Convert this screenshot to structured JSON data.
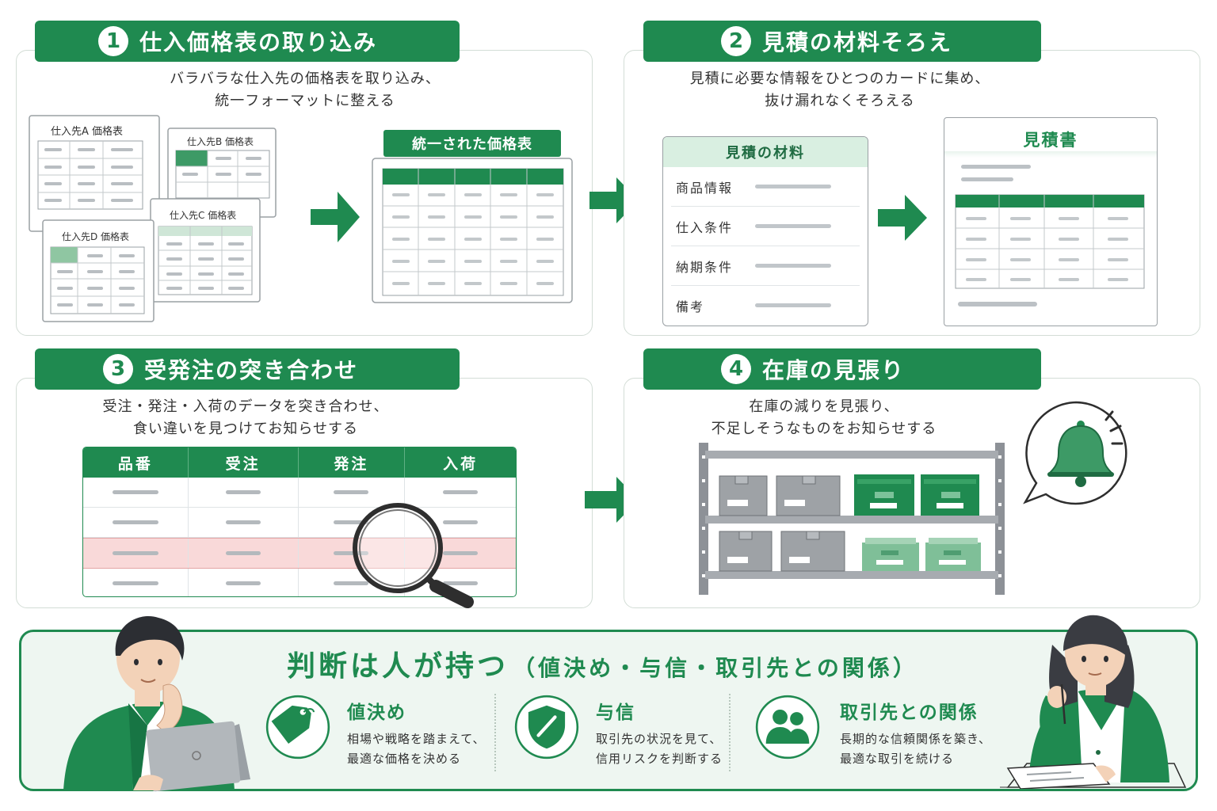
{
  "colors": {
    "accent": "#1f8a50",
    "accent_light": "#d9efe1",
    "highlight_row": "#f9d9d9",
    "gray_box": "#9ea2a6"
  },
  "steps": [
    {
      "number": "1",
      "title": "仕入価格表の取り込み",
      "description_lines": [
        "バラバラな仕入先の価格表を取り込み、",
        "統一フォーマットに整える"
      ]
    },
    {
      "number": "2",
      "title": "見積の材料そろえ",
      "description_lines": [
        "見積に必要な情報をひとつのカードに集め、",
        "抜け漏れなくそろえる"
      ]
    },
    {
      "number": "3",
      "title": "受発注の突き合わせ",
      "description_lines": [
        "受注・発注・入荷のデータを突き合わせ、",
        "食い違いを見つけてお知らせする"
      ]
    },
    {
      "number": "4",
      "title": "在庫の見張り",
      "description_lines": [
        "在庫の減りを見張り、",
        "不足しそうなものをお知らせする"
      ]
    }
  ],
  "step1": {
    "supplier_sheets": [
      "仕入先A 価格表",
      "仕入先B 価格表",
      "仕入先C 価格表",
      "仕入先D 価格表"
    ],
    "unified_table_title": "統一された価格表"
  },
  "step2": {
    "materials_card_title": "見積の材料",
    "materials_fields": [
      "商品情報",
      "仕入条件",
      "納期条件",
      "備考"
    ],
    "quote_title": "見積書"
  },
  "step3": {
    "table_headers": [
      "品番",
      "受注",
      "発注",
      "入荷"
    ],
    "mismatch_row": 3
  },
  "bottom": {
    "headline": "判断は人が持つ",
    "headline_paren": "（値決め・与信・取引先との関係）",
    "items": [
      {
        "icon": "price-tag-icon",
        "title": "値決め",
        "lines": [
          "相場や戦略を踏まえて、",
          "最適な価格を決める"
        ]
      },
      {
        "icon": "shield-icon",
        "title": "与信",
        "lines": [
          "取引先の状況を見て、",
          "信用リスクを判断する"
        ]
      },
      {
        "icon": "people-icon",
        "title": "取引先との関係",
        "lines": [
          "長期的な信頼関係を築き、",
          "最適な取引を続ける"
        ]
      }
    ]
  }
}
